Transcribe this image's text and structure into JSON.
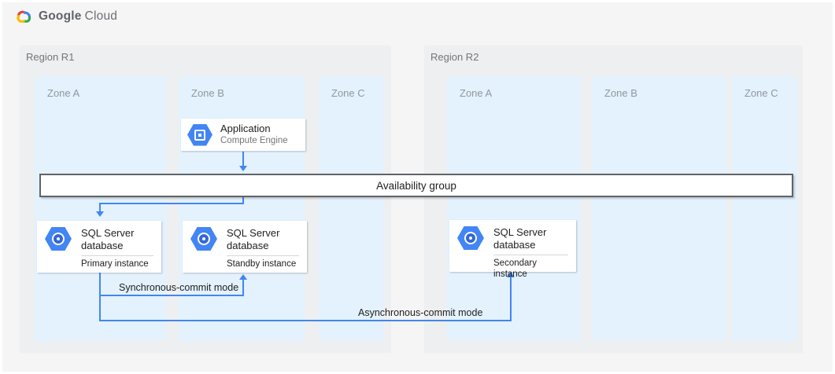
{
  "header": {
    "brand_google": "Google",
    "brand_cloud": "Cloud"
  },
  "regions": [
    {
      "label": "Region R1",
      "zones": [
        {
          "label": "Zone A"
        },
        {
          "label": "Zone B"
        },
        {
          "label": "Zone C"
        }
      ]
    },
    {
      "label": "Region R2",
      "zones": [
        {
          "label": "Zone A"
        },
        {
          "label": "Zone B"
        },
        {
          "label": "Zone C"
        }
      ]
    }
  ],
  "availability_group": {
    "label": "Availability group"
  },
  "nodes": {
    "application": {
      "title": "Application",
      "subtitle": "Compute Engine"
    },
    "primary": {
      "title": "SQL Server database",
      "instance": "Primary instance"
    },
    "standby": {
      "title": "SQL Server database",
      "instance": "Standby instance"
    },
    "secondary": {
      "title": "SQL Server database",
      "instance": "Secondary instance"
    }
  },
  "connections": {
    "sync_label": "Synchronous-commit mode",
    "async_label": "Asynchronous-commit mode"
  },
  "colors": {
    "accent_blue": "#4285F4",
    "zone_fill": "#E3F2FD",
    "region_fill": "#EEEFF0",
    "page_bg": "#F5F5F6",
    "logo_red": "#EA4335",
    "logo_yellow": "#FBBC05",
    "logo_green": "#34A853"
  }
}
